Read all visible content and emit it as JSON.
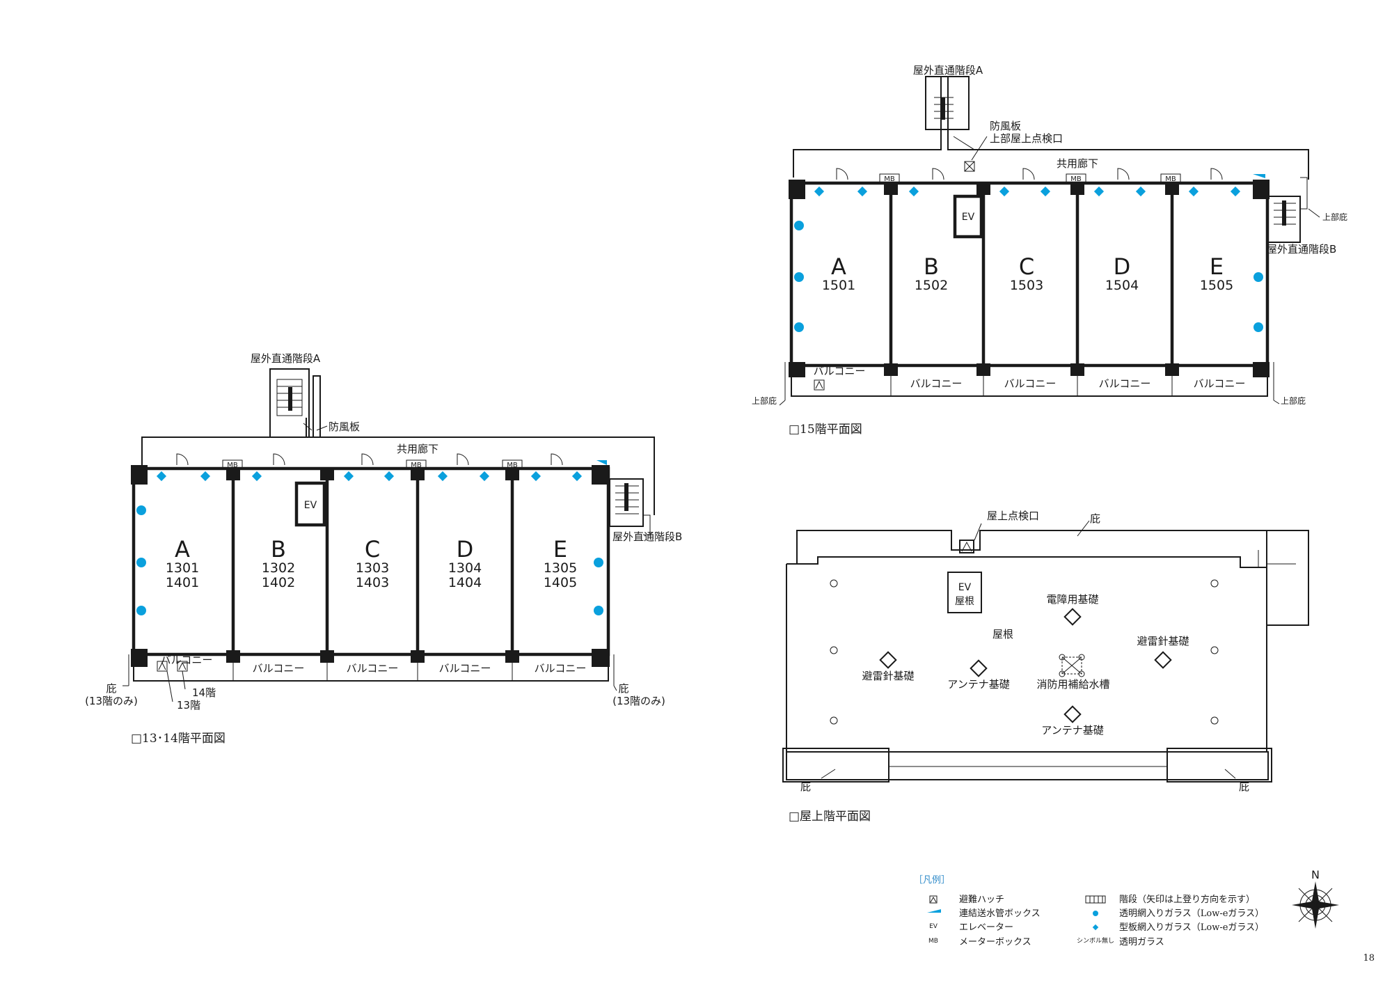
{
  "plans": {
    "p1314": {
      "caption": "□13･14階平面図",
      "stairA": "屋外直通階段A",
      "stairB": "屋外直通階段B",
      "windboard": "防風板",
      "corridor": "共用廊下",
      "mb": "MB",
      "ev": "EV",
      "balcony": "バルコニー",
      "eave": "庇",
      "eave_note": "(13階のみ)",
      "floor14": "14階",
      "floor13": "13階",
      "units": [
        {
          "letter": "A",
          "rooms": [
            "1301",
            "1401"
          ]
        },
        {
          "letter": "B",
          "rooms": [
            "1302",
            "1402"
          ]
        },
        {
          "letter": "C",
          "rooms": [
            "1303",
            "1403"
          ]
        },
        {
          "letter": "D",
          "rooms": [
            "1304",
            "1404"
          ]
        },
        {
          "letter": "E",
          "rooms": [
            "1305",
            "1405"
          ]
        }
      ]
    },
    "p15": {
      "caption": "□15階平面図",
      "stairA": "屋外直通階段A",
      "stairB": "屋外直通階段B",
      "windboard": "防風板",
      "upper_hatch": "上部屋上点検口",
      "corridor": "共用廊下",
      "mb": "MB",
      "ev": "EV",
      "balcony": "バルコニー",
      "upper_eave": "上部庇",
      "units": [
        {
          "letter": "A",
          "room": "1501"
        },
        {
          "letter": "B",
          "room": "1502"
        },
        {
          "letter": "C",
          "room": "1503"
        },
        {
          "letter": "D",
          "room": "1504"
        },
        {
          "letter": "E",
          "room": "1505"
        }
      ]
    },
    "roof": {
      "caption": "□屋上階平面図",
      "hatch": "屋上点検口",
      "eave": "庇",
      "ev_roof_1": "EV",
      "ev_roof_2": "屋根",
      "roof": "屋根",
      "radio_base": "電障用基礎",
      "lightning_base": "避雷針基礎",
      "antenna_base": "アンテナ基礎",
      "water_tank": "消防用補給水槽"
    }
  },
  "legend": {
    "title": "［凡例］",
    "items_left": [
      {
        "symbol": "hatch-icon",
        "label": "避難ハッチ"
      },
      {
        "symbol": "pipe-box-icon",
        "label": "連結送水管ボックス"
      },
      {
        "symbol": "EV",
        "label": "エレベーター"
      },
      {
        "symbol": "MB",
        "label": "メーターボックス"
      }
    ],
    "items_right": [
      {
        "symbol": "stairs-icon",
        "label": "階段（矢印は上登り方向を示す）"
      },
      {
        "symbol": "circle-icon",
        "label": "透明網入りガラス（Low-eガラス）"
      },
      {
        "symbol": "diamond-icon",
        "label": "型板網入りガラス（Low-eガラス）"
      },
      {
        "symbol": "シンボル無し",
        "label": "透明ガラス"
      }
    ]
  },
  "compass": "N",
  "page_number": "18",
  "colors": {
    "line": "#1a1a1a",
    "glass": "#0aa0dd"
  }
}
